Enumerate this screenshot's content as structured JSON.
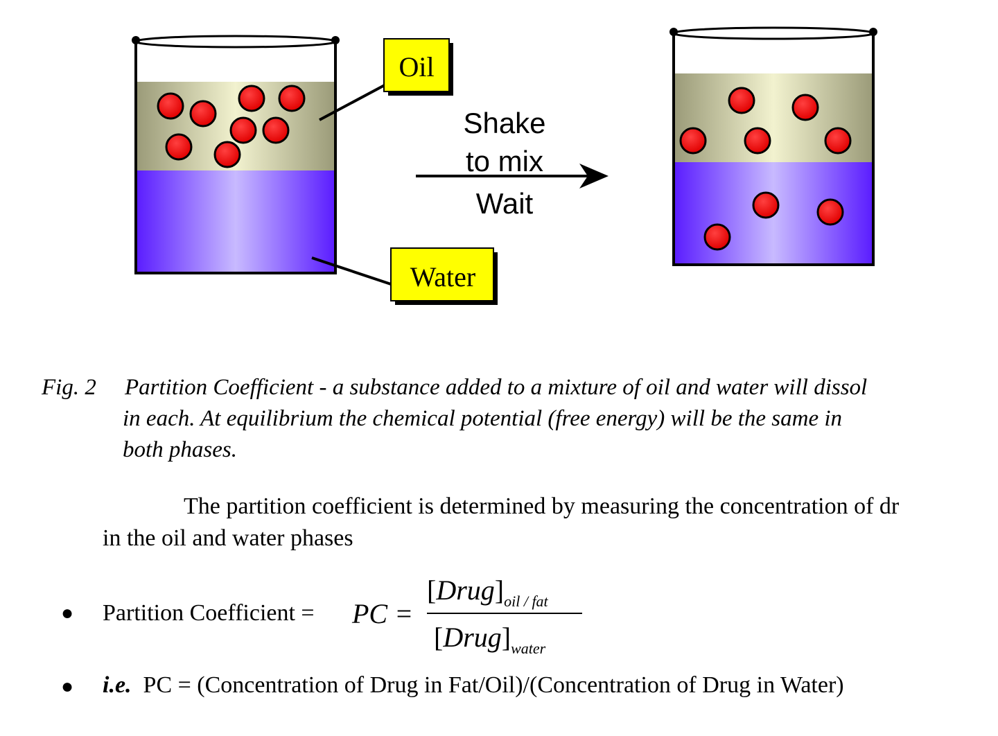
{
  "figure": {
    "oil_label": "Oil",
    "water_label": "Water",
    "arrow_label_line1": "Shake",
    "arrow_label_line2": "to mix",
    "arrow_label_line3": "Wait",
    "colors": {
      "oil": "#e6e6c0",
      "water": "#b9a8ff",
      "water_edge": "#5a2cff",
      "particle": "#ff0000",
      "label_box": "#ffff00"
    }
  },
  "caption": {
    "fig_number": "Fig. 2",
    "line1": "Partition Coefficient - a substance added to a mixture of oil and water will dissol",
    "line2": "in each.  At equilibrium the chemical potential (free energy) will be the same in",
    "line3": "both phases."
  },
  "paragraph": {
    "line1": "The partition coefficient is determined by measuring the concentration of dr",
    "line2": "in the oil and water phases"
  },
  "bullets": {
    "b1_label": "Partition Coefficient =",
    "pc_symbol": "PC",
    "equals": "=",
    "numerator": "Drug",
    "numerator_sub": "oil / fat",
    "denominator": "Drug",
    "denominator_sub": "water",
    "b2_ie": "i.e.",
    "b2_text": "PC = (Concentration of Drug in Fat/Oil)/(Concentration of Drug in Water)"
  }
}
